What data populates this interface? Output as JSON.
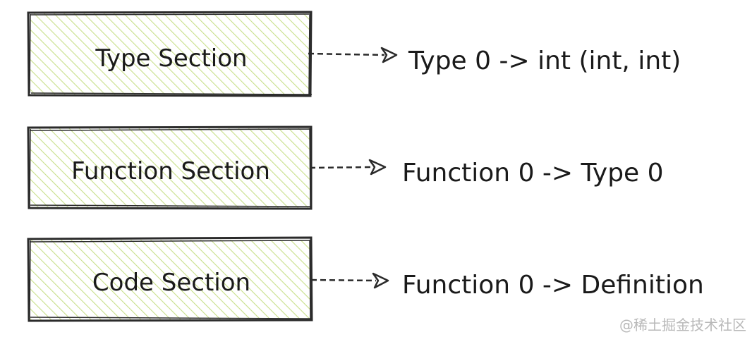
{
  "colors": {
    "box_fill": "#c8e08a",
    "box_stroke": "#2b2b2b",
    "text": "#1a1a1a",
    "watermark": "#b8b8b8"
  },
  "sections": [
    {
      "label": "Type Section",
      "description": "Type 0 -> int (int, int)"
    },
    {
      "label": "Function Section",
      "description": "Function 0 -> Type 0"
    },
    {
      "label": "Code Section",
      "description": "Function 0 -> Definition"
    }
  ],
  "watermark": "@稀土掘金技术社区"
}
